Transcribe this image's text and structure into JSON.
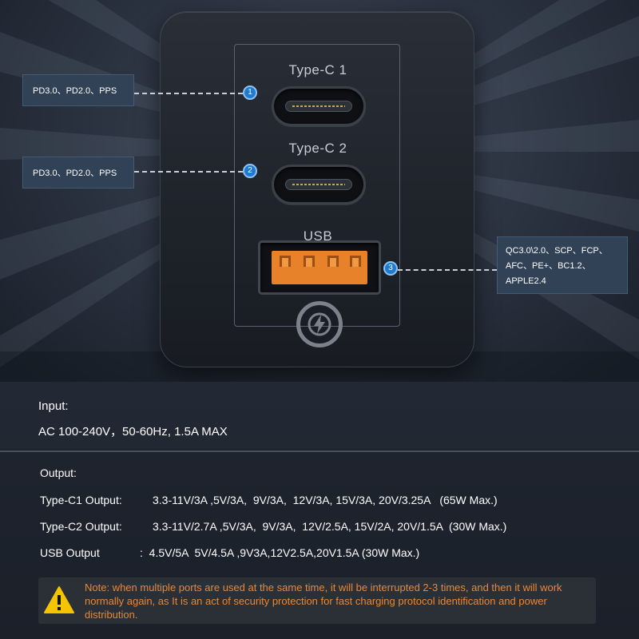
{
  "ports": {
    "typec1_label": "Type-C 1",
    "typec2_label": "Type-C 2",
    "usb_label": "USB"
  },
  "callouts": {
    "c1": {
      "number": "1",
      "text": "PD3.0、PD2.0、PPS"
    },
    "c2": {
      "number": "2",
      "text": "PD3.0、PD2.0、PPS"
    },
    "usb": {
      "number": "3",
      "lines": [
        "QC3.0\\2.0、SCP、FCP、",
        "AFC、PE+、BC1.2、",
        "APPLE2.4"
      ]
    }
  },
  "input": {
    "heading": "Input:",
    "value": "AC 100-240V，50-60Hz, 1.5A MAX"
  },
  "output": {
    "heading": "Output:",
    "rows": [
      {
        "label": "Type-C1 Output:",
        "value": "3.3-11V/3A ,5V/3A,  9V/3A,  12V/3A, 15V/3A, 20V/3.25A   (65W Max.)"
      },
      {
        "label": "Type-C2 Output:",
        "value": "3.3-11V/2.7A ,5V/3A,  9V/3A,  12V/2.5A, 15V/2A, 20V/1.5A  (30W Max.)"
      },
      {
        "label": "USB Output",
        "value": ":  4.5V/5A  5V/4.5A ,9V3A,12V2.5A,20V1.5A (30W Max.)"
      }
    ]
  },
  "note": {
    "text": "Note: when multiple ports are used at the same time, it will be interrupted 2-3 times, and then it will work normally again, as It is an act of security protection for fast charging protocol identification and power distribution."
  },
  "colors": {
    "callout_box": "#314256",
    "callout_dot": "#1f7ad1",
    "usb_port_accent": "#e8822a",
    "note_text": "#e98835",
    "warning_icon": "#f5c400"
  },
  "icons": {
    "logo": "fast-charge-bolt-logo",
    "warning": "warning-triangle-icon"
  }
}
